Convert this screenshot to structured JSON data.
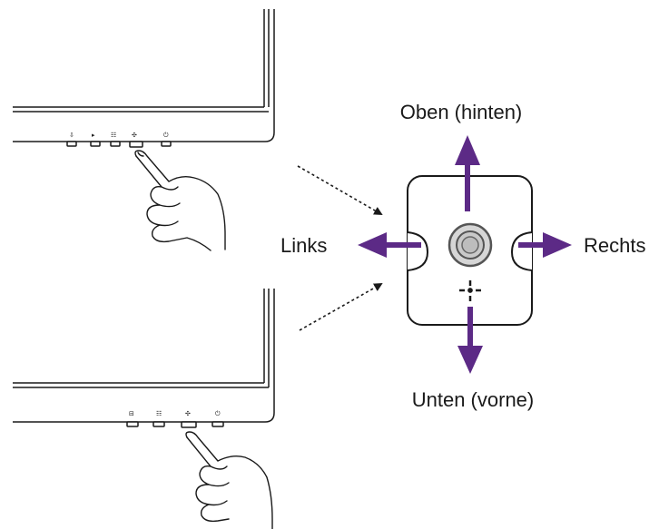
{
  "labels": {
    "up": "Oben (hinten)",
    "down": "Unten (vorne)",
    "left": "Links",
    "right": "Rechts"
  },
  "colors": {
    "arrow": "#5c2a86",
    "outline": "#1a1a1a",
    "knob_ring": "#555555",
    "knob_fill": "#c9c9c9"
  },
  "icons": {
    "monitor_top": [
      "input-icon",
      "mode-icon",
      "menu-icon",
      "joystick-icon",
      "power-icon"
    ],
    "monitor_bottom": [
      "input-icon",
      "menu-icon",
      "joystick-icon",
      "power-icon"
    ]
  }
}
